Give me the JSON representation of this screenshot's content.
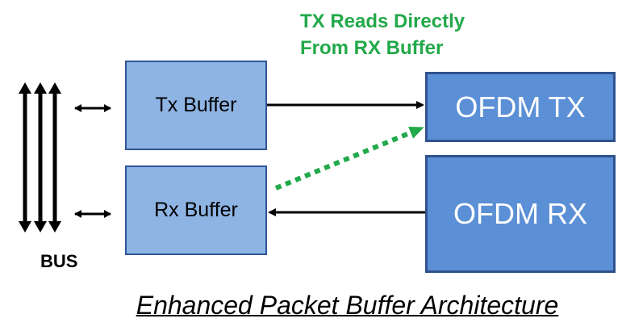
{
  "blocks": {
    "tx_buffer": "Tx Buffer",
    "rx_buffer": "Rx Buffer",
    "ofdm_tx": "OFDM TX",
    "ofdm_rx": "OFDM RX"
  },
  "annotation": {
    "line1": "TX Reads Directly",
    "line2": "From RX Buffer",
    "color": "#22a94a"
  },
  "bus_label": "BUS",
  "caption": "Enhanced Packet Buffer Architecture",
  "colors": {
    "buffer_fill": "#8eb4e3",
    "ofdm_fill": "#5b8fd6",
    "border": "#2f5597"
  }
}
